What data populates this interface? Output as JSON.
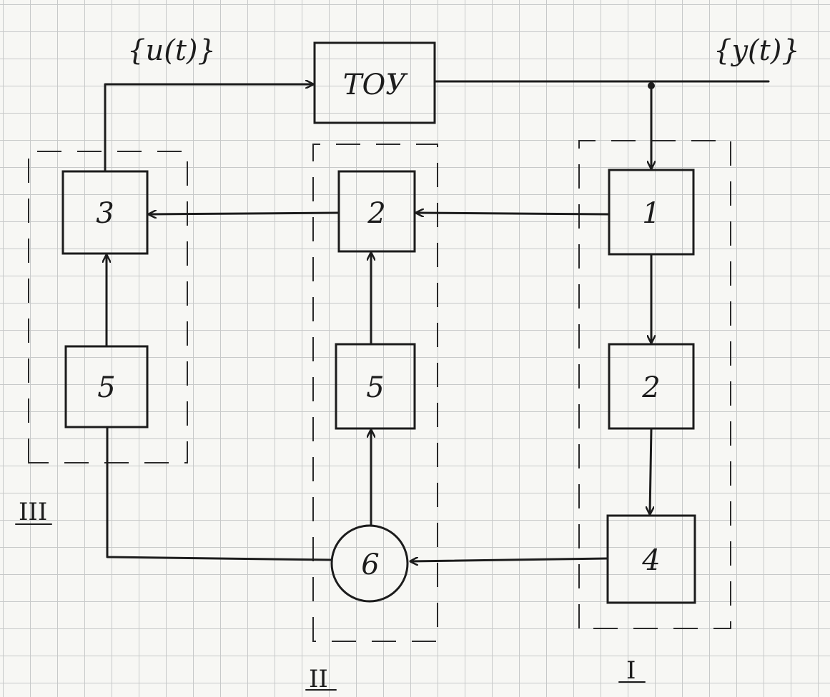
{
  "signals": {
    "input": "{u(t)}",
    "output": "{y(t)}"
  },
  "blocks": {
    "plant": "TOУ",
    "b3": "3",
    "b2_mid": "2",
    "b1": "1",
    "b5_left": "5",
    "b5_mid": "5",
    "b2_right": "2",
    "b4": "4",
    "b6": "6"
  },
  "groups": {
    "g1": "I",
    "g2": "II",
    "g3": "III"
  }
}
